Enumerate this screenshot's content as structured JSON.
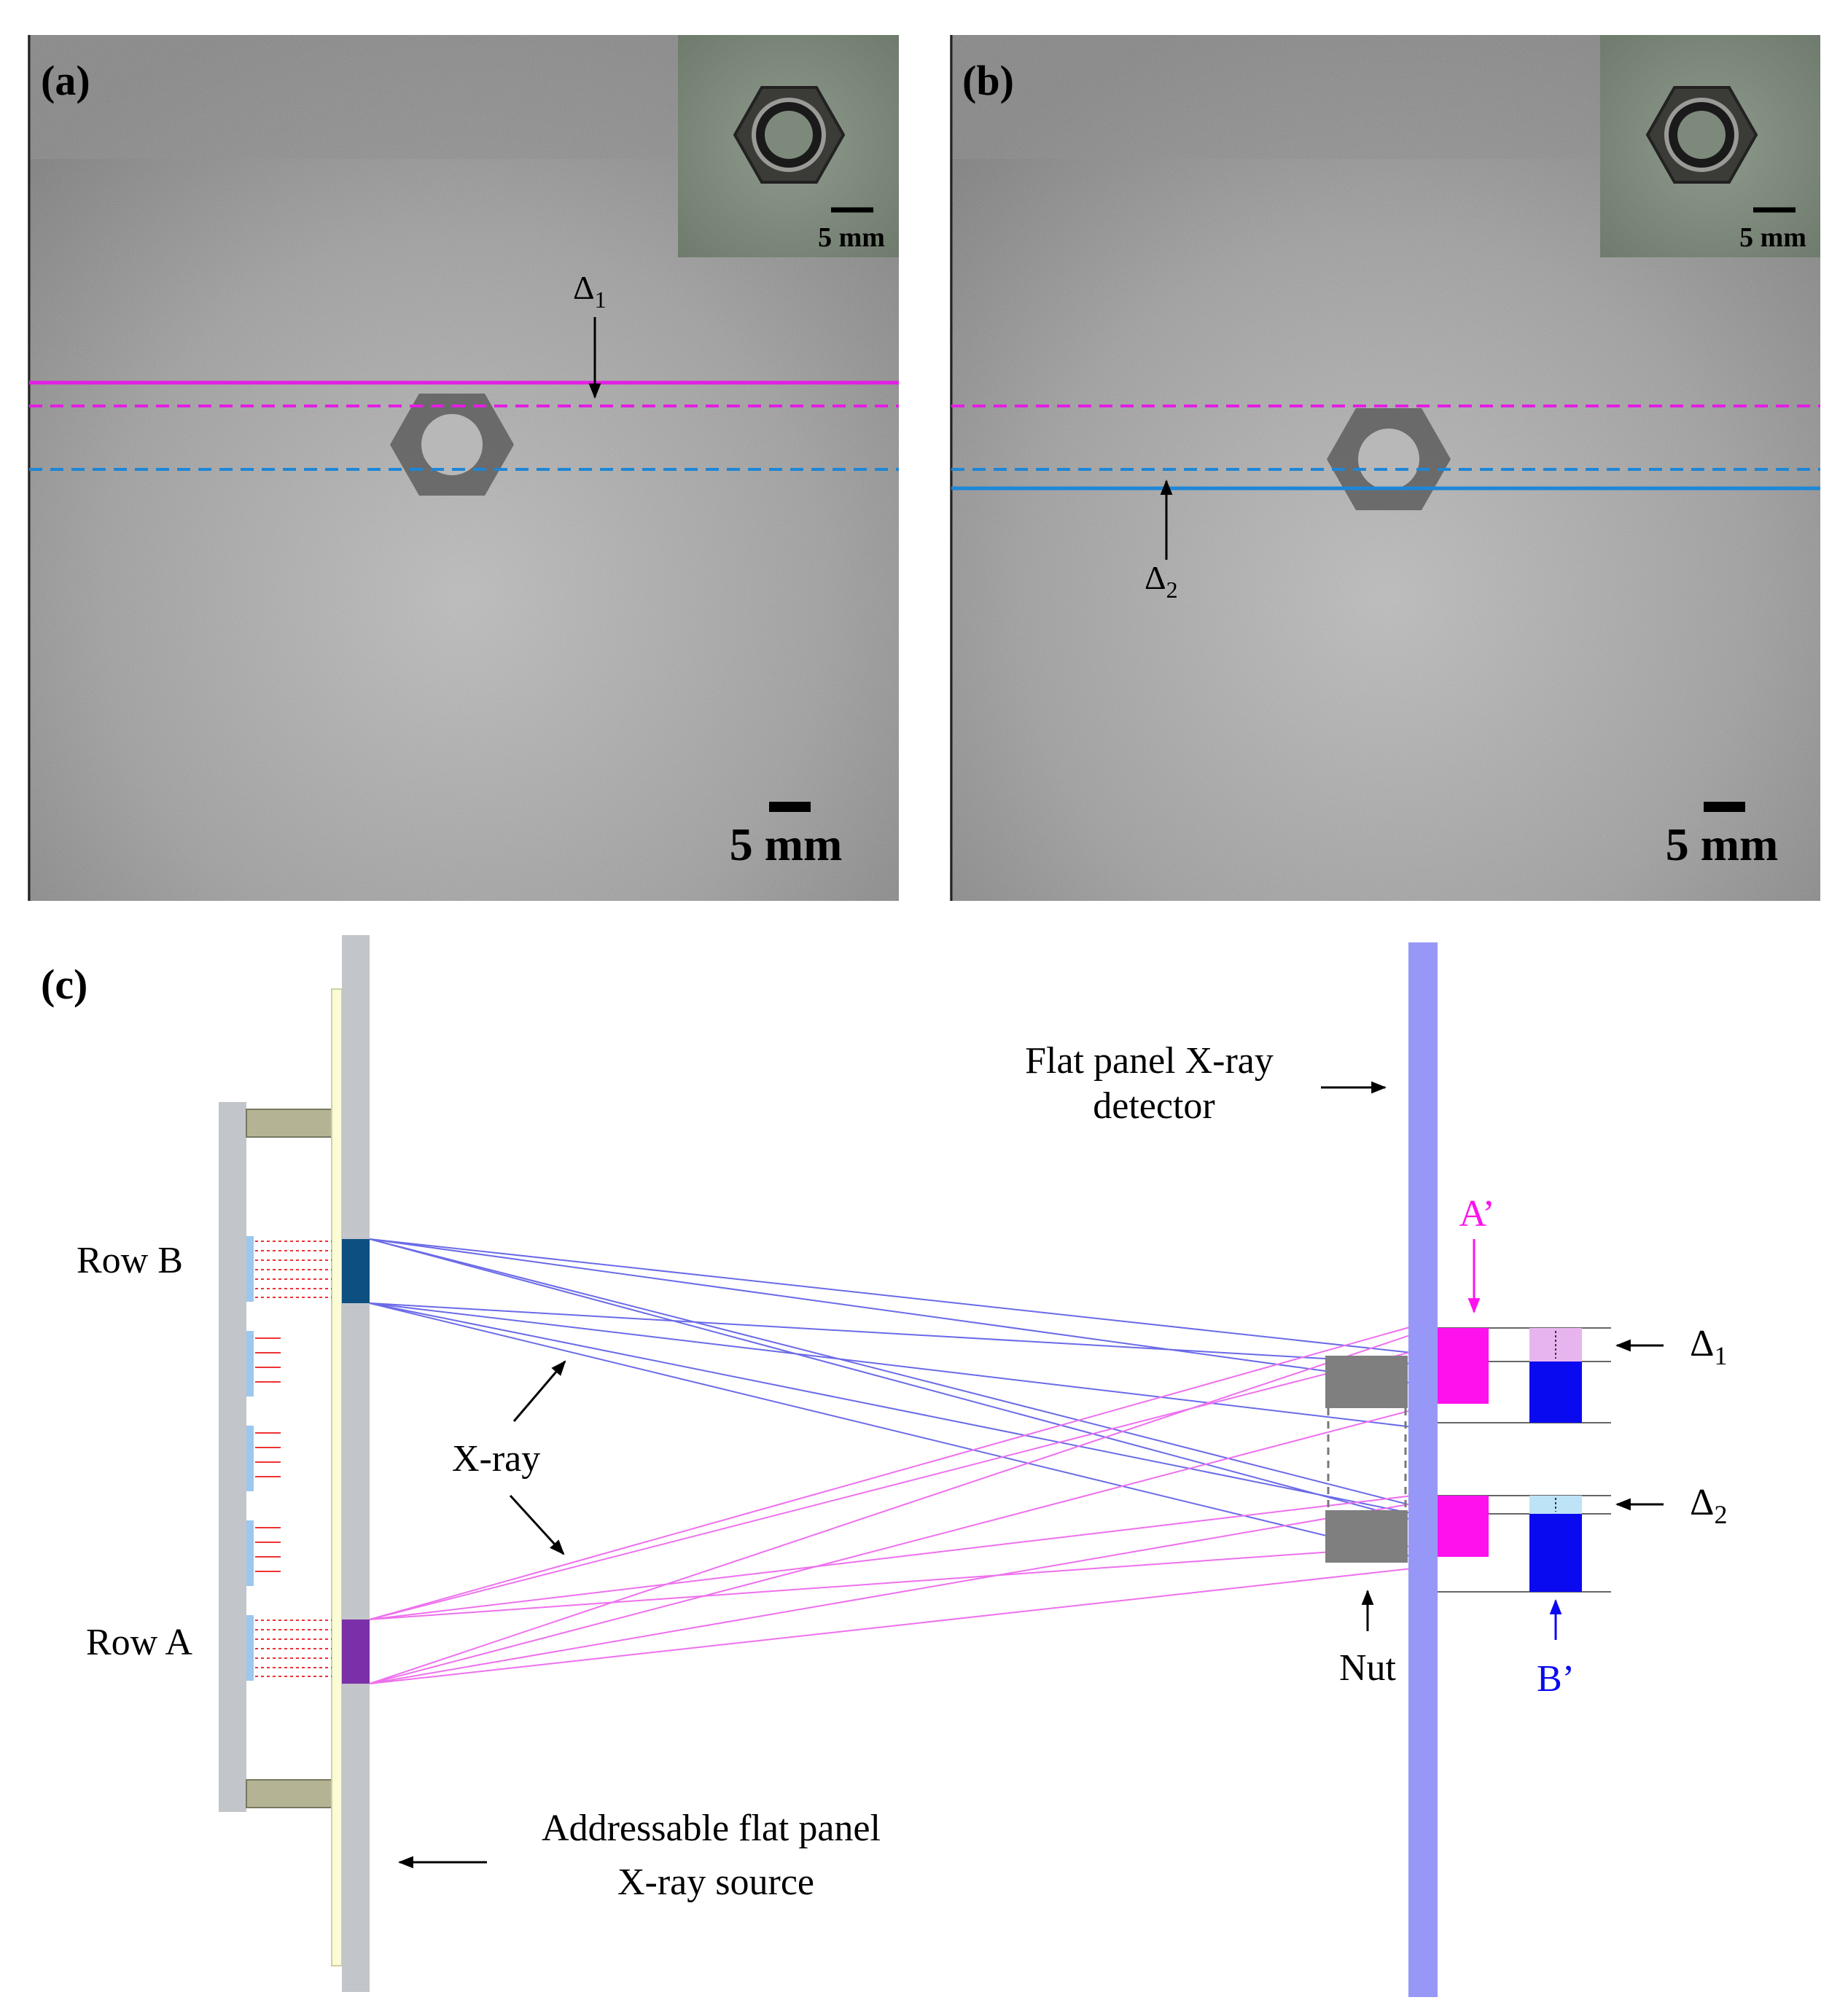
{
  "panel_a": {
    "label": "(a)",
    "inset_scale": "5 mm",
    "scale_bar": "5 mm",
    "delta_symbol": "Δ",
    "delta_subscript": "1"
  },
  "panel_b": {
    "label": "(b)",
    "inset_scale": "5 mm",
    "scale_bar": "5 mm",
    "delta_symbol": "Δ",
    "delta_subscript": "2"
  },
  "panel_c": {
    "label": "(c)",
    "row_b": "Row B",
    "row_a": "Row A",
    "xray": "X-ray",
    "detector_line1": "Flat panel X-ray",
    "detector_line2": "detector",
    "source_line1": "Addressable flat panel",
    "source_line2": "X-ray source",
    "nut": "Nut",
    "a_prime": "A’",
    "b_prime": "B’",
    "delta_symbol": "Δ",
    "delta1_sub": "1",
    "delta2_sub": "2"
  },
  "colors": {
    "magenta": "#e31ee3",
    "blue_line": "#1e86d6",
    "ray_blue": "#6a6ae8",
    "ray_pink": "#ee70ee",
    "detector": "#9797f7",
    "b_prime_blue": "#0a0af0",
    "a_prime_magenta": "#ff11ee"
  }
}
